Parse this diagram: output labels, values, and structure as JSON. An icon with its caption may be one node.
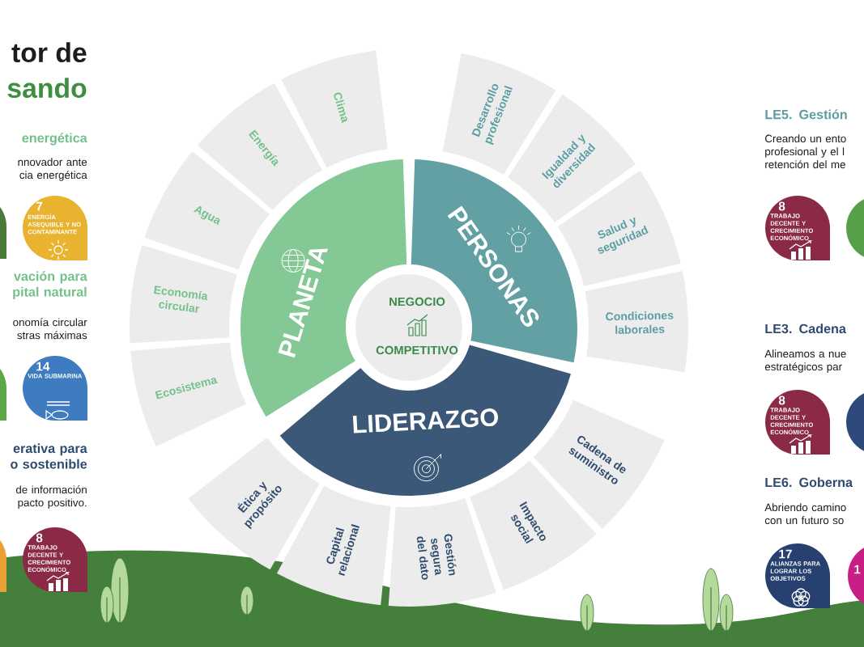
{
  "diagram": {
    "nodes": [
      {
        "text": [
          "NEGOCIO",
          "COMPETITIVO"
        ]
      },
      {
        "text": [
          "PLANETA"
        ]
      },
      {
        "text": [
          "PERSONAS"
        ]
      },
      {
        "text": [
          "LIDERAZGO"
        ]
      },
      {
        "text": [
          "Clima"
        ]
      },
      {
        "text": [
          "Energía"
        ]
      },
      {
        "text": [
          "Agua"
        ]
      },
      {
        "text": [
          "Economía circular"
        ]
      },
      {
        "text": [
          "Ecosistema"
        ]
      },
      {
        "text": [
          "Desarrollo profesional"
        ]
      },
      {
        "text": [
          "Igualdad y diversidad"
        ]
      },
      {
        "text": [
          "Salud y seguridad"
        ]
      },
      {
        "text": [
          "Condiciones laborales"
        ]
      },
      {
        "text": [
          "Ética y propósito"
        ]
      },
      {
        "text": [
          "Capital relacional"
        ]
      },
      {
        "text": [
          "Gestión segura del dato"
        ]
      },
      {
        "text": [
          "Impacto social"
        ]
      },
      {
        "text": [
          "Cadena de suministro"
        ]
      },
      {
        "text": [],
        "shape": "drop"
      },
      {
        "text": [
          "7",
          "ENERGÍA ASEQUIBLE Y NO CONTAMINANTE"
        ]
      },
      {
        "text": [],
        "shape": "drop"
      },
      {
        "text": [
          "14",
          "VIDA SUBMARINA"
        ]
      },
      {
        "text": [],
        "shape": "drop"
      },
      {
        "text": [
          "8",
          "TRABAJO DECENTE Y CRECIMIENTO ECONÓMICO"
        ]
      },
      {
        "text": [
          "8",
          "TRABAJO DECENTE Y CRECIMIENTO ECONÓMICO"
        ]
      },
      {
        "text": [],
        "shape": "drop"
      },
      {
        "text": [
          "8",
          "TRABAJO DECENTE Y CRECIMIENTO ECONÓMICO"
        ]
      },
      {
        "text": [],
        "shape": "drop"
      },
      {
        "text": [
          "17",
          "ALIANZAS PARA LOGRAR LOS OBJETIVOS"
        ]
      },
      {
        "text": [
          "1"
        ]
      }
    ],
    "labels": [
      "tor de",
      "sando",
      "energética",
      "nnovador ante cia energética",
      "vación para pital natural",
      "onomía circular stras máximas",
      "erativa para o sostenible",
      "de información pacto positivo.",
      "LE5. Gestión",
      "Creando un ento profesional y el l retención del me",
      "LE3. Cadena",
      "Alineamos a nue estratégicos par",
      "LE6. Goberna",
      "Abriendo camino con un futuro so"
    ]
  }
}
